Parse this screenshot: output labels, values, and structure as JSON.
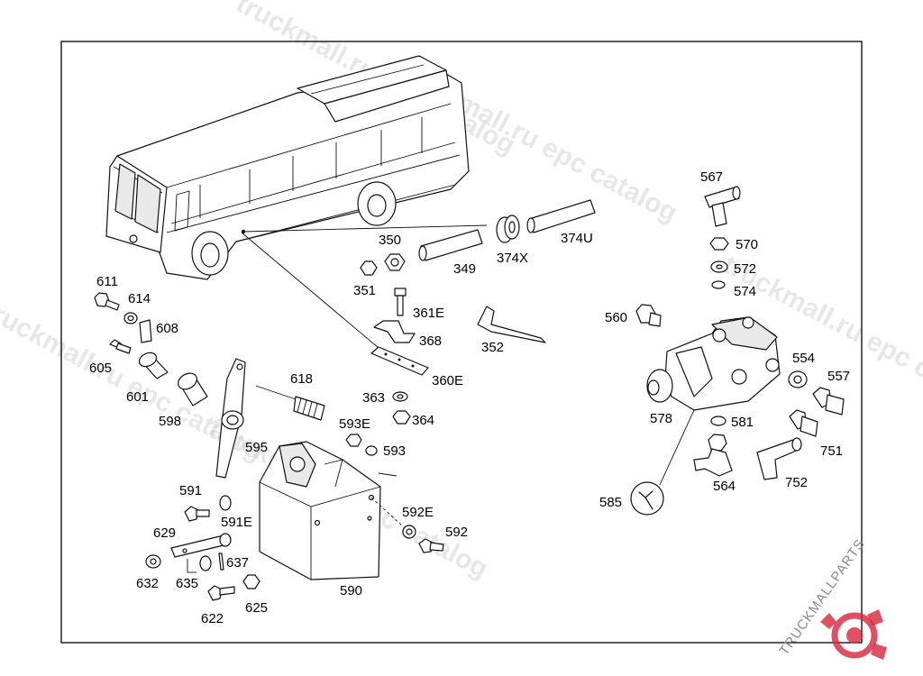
{
  "diagram": {
    "labels": {
      "p567": "567",
      "p570": "570",
      "p572": "572",
      "p574": "574",
      "p350": "350",
      "p351": "351",
      "p349": "349",
      "p374X": "374X",
      "p374U": "374U",
      "p611": "611",
      "p614": "614",
      "p608": "608",
      "p605": "605",
      "p601": "601",
      "p598": "598",
      "p361E": "361E",
      "p368": "368",
      "p352": "352",
      "p360E": "360E",
      "p560": "560",
      "p554": "554",
      "p557": "557",
      "p578": "578",
      "p581": "581",
      "p751": "751",
      "p564": "564",
      "p752": "752",
      "p585": "585",
      "p618": "618",
      "p363": "363",
      "p364": "364",
      "p593E": "593E",
      "p593": "593",
      "p595": "595",
      "p591": "591",
      "p591E": "591E",
      "p629": "629",
      "p637": "637",
      "p632": "632",
      "p635": "635",
      "p625": "625",
      "p622": "622",
      "p592E": "592E",
      "p592": "592",
      "p590": "590"
    }
  },
  "watermark": {
    "text": "truckmall.ru epc catalog",
    "logo": "TRUCKMALLPARTS"
  },
  "colors": {
    "logo_accent": "#d8243c",
    "ink": "#111111"
  }
}
